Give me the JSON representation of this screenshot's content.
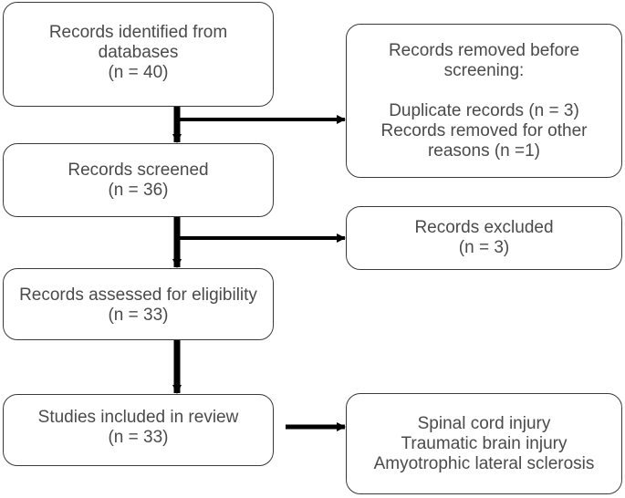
{
  "flow": {
    "identified": {
      "line1": "Records identified from",
      "line2": "databases",
      "count": "(n = 40)"
    },
    "screened": {
      "line1": "Records screened",
      "count": "(n = 36)"
    },
    "assessed": {
      "line1": "Records assessed for eligibility",
      "count": "(n = 33)"
    },
    "included": {
      "line1": "Studies included in review",
      "count": "(n = 33)"
    }
  },
  "side": {
    "removed": {
      "line1": "Records removed before",
      "line2": "screening:",
      "duplicates": "Duplicate records (n = 3)",
      "other1": "Records removed for other",
      "other2": "reasons (n =1)"
    },
    "excluded": {
      "line1": "Records excluded",
      "count": "(n = 3)"
    },
    "conditions": {
      "item1": "Spinal cord injury",
      "item2": "Traumatic brain injury",
      "item3": "Amyotrophic lateral sclerosis"
    }
  },
  "colors": {
    "box_border": "#3a3a3a",
    "text": "#4a4a4a",
    "arrow": "#000000"
  }
}
